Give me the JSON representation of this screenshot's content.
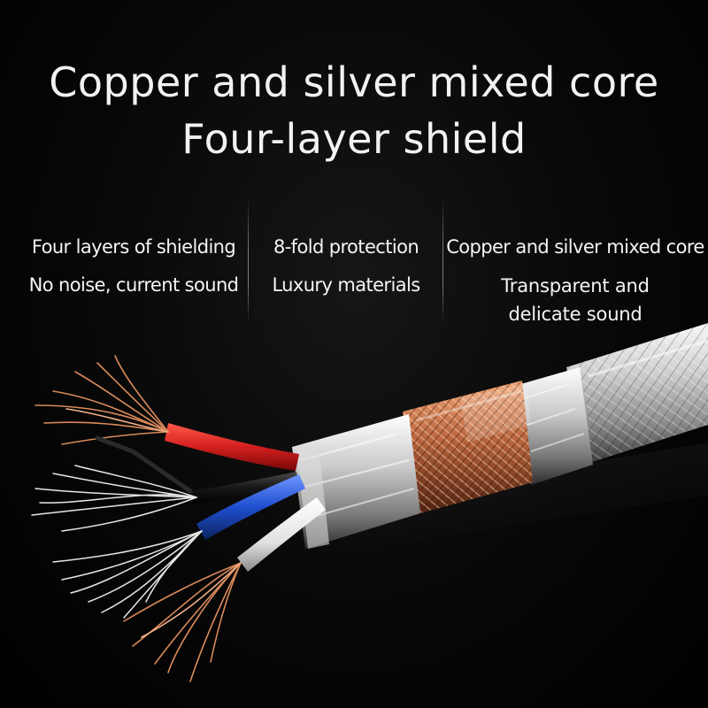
{
  "headline": {
    "line1": "Copper and silver mixed core",
    "line2": "Four-layer shield"
  },
  "features": [
    {
      "title": "Four layers of shielding",
      "subtitle": "No noise, current sound"
    },
    {
      "title": "8-fold protection",
      "subtitle": "Luxury materials"
    },
    {
      "title": "Copper and silver mixed core",
      "subtitle": "Transparent and delicate sound"
    }
  ],
  "photo": {
    "subject": "shielded-audio-cable",
    "wire_colors": [
      "#d41f1f",
      "#111111",
      "#1f4fd0",
      "#f2f2f2"
    ],
    "strand_colors": {
      "copper": "#d98a5a",
      "silver": "#e6e6e6"
    },
    "background": "#000000"
  }
}
